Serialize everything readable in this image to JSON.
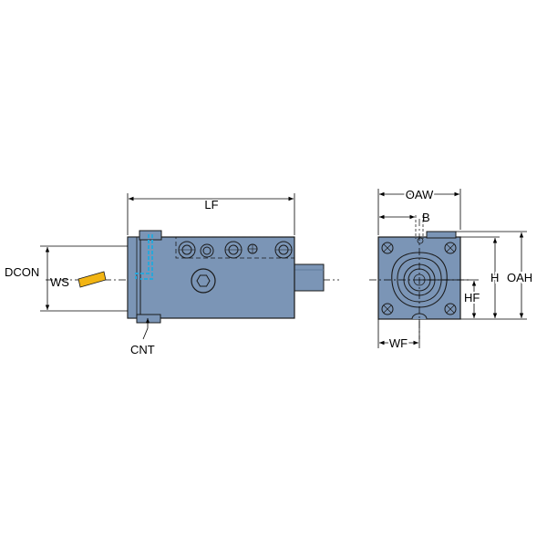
{
  "colors": {
    "body": "#7b95b6",
    "body_shadow": "#5f7a9c",
    "outline": "#1a1a1a",
    "insert": "#f2b514",
    "coolant": "#2aa7d9",
    "dim_line": "#000000"
  },
  "labels": {
    "lf": "LF",
    "dcon": "DCON",
    "ws": "WS",
    "cnt": "CNT",
    "oaw": "OAW",
    "b": "B",
    "h": "H",
    "oah": "OAH",
    "hf": "HF",
    "wf": "WF"
  }
}
